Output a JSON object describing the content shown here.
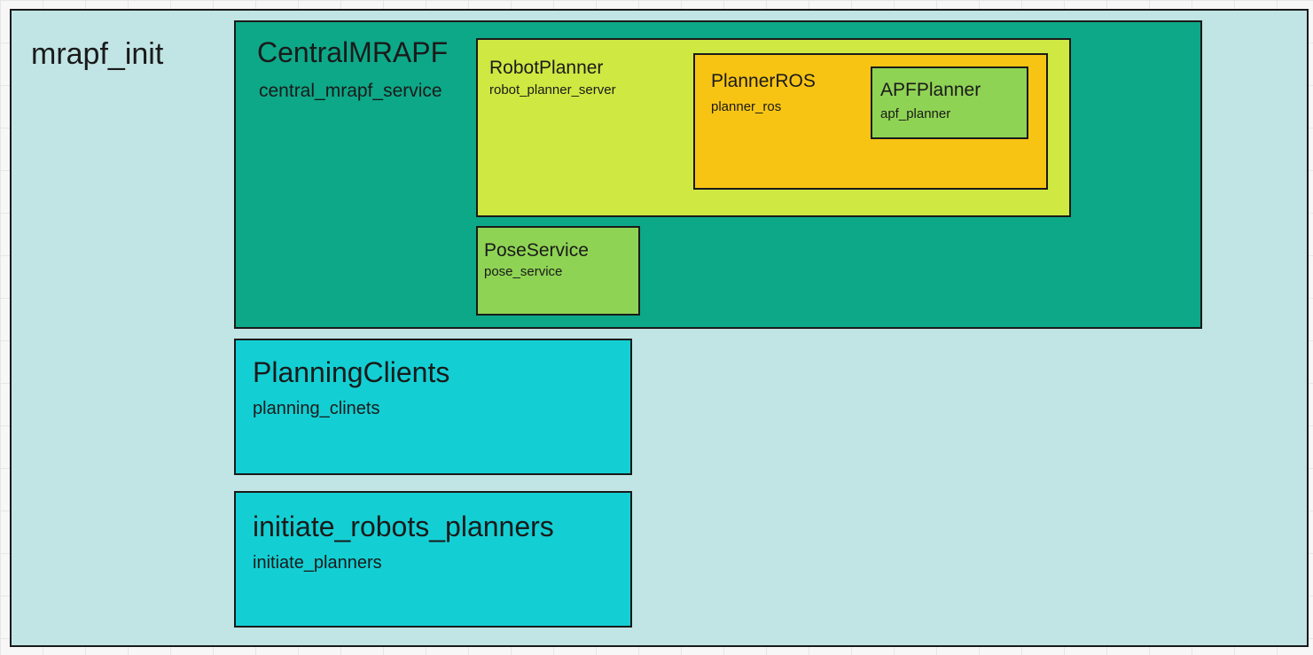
{
  "components": {
    "mrapf_init": {
      "title": "mrapf_init"
    },
    "central_mrapf": {
      "title": "CentralMRAPF",
      "node": "central_mrapf_service"
    },
    "robot_planner": {
      "title": "RobotPlanner",
      "node": "robot_planner_server"
    },
    "planner_ros": {
      "title": "PlannerROS",
      "node": "planner_ros"
    },
    "apf_planner": {
      "title": "APFPlanner",
      "node": "apf_planner"
    },
    "pose_service": {
      "title": "PoseService",
      "node": "pose_service"
    },
    "planning_clients": {
      "title": "PlanningClients",
      "node": "planning_clinets"
    },
    "initiate_robots_planners": {
      "title": "initiate_robots_planners",
      "node": "initiate_planners"
    }
  },
  "colors": {
    "container": "#c1e4e4",
    "central": "#0da888",
    "robot_planner": "#cfe842",
    "planner_ros": "#f8c414",
    "leaf_green": "#8fd354",
    "client_cyan": "#13cfd4"
  }
}
